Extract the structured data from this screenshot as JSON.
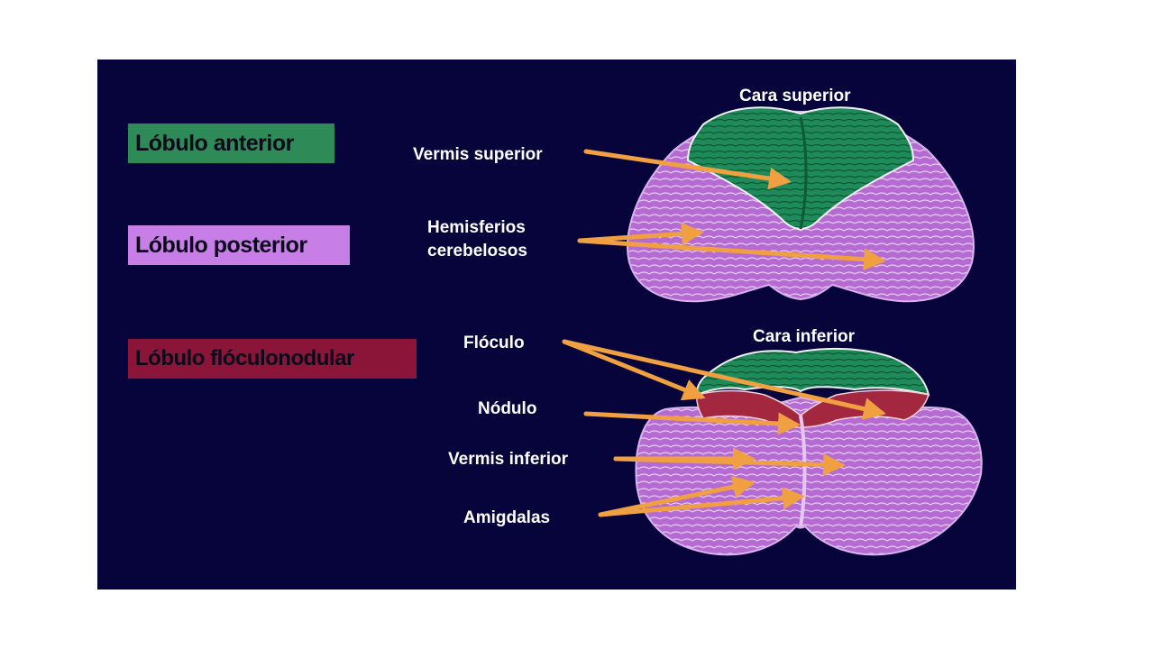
{
  "legend": {
    "anterior": {
      "label": "Lóbulo anterior",
      "color": "#2e8b57"
    },
    "posterior": {
      "label": "Lóbulo posterior",
      "color": "#c77ee6"
    },
    "floculonodular": {
      "label": "Lóbulo flóculonodular",
      "color": "#8b1538"
    }
  },
  "views": {
    "superior": {
      "title": "Cara superior"
    },
    "inferior": {
      "title": "Cara inferior"
    }
  },
  "labels": {
    "vermis_superior": "Vermis superior",
    "hemisferios_line1": "Hemisferios",
    "hemisferios_line2": "cerebelosos",
    "floculo": "Flóculo",
    "nodulo": "Nódulo",
    "vermis_inferior": "Vermis inferior",
    "amigdalas": "Amigdalas"
  },
  "colors": {
    "background": "#06043a",
    "arrow": "#f0a040",
    "anterior_tissue": "#1f8a5a",
    "posterior_tissue": "#b66bd3",
    "floculonodular_tissue": "#a3283f",
    "folia_lines": "#f4e6ff"
  }
}
